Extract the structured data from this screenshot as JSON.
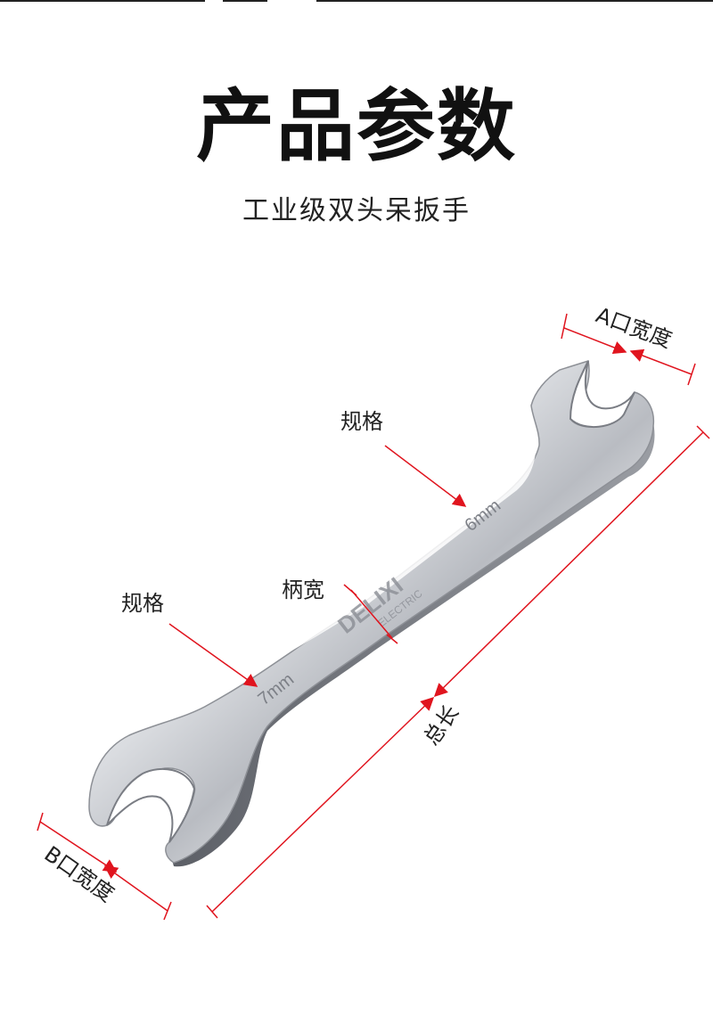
{
  "header": {
    "title": "产品参数",
    "subtitle": "工业级双头呆扳手"
  },
  "diagram": {
    "labels": {
      "a_width": "A口宽度",
      "b_width": "B口宽度",
      "spec_top": "规格",
      "spec_left": "规格",
      "handle_width": "柄宽",
      "total_length": "总长"
    },
    "wrench": {
      "brand": "DELIXI",
      "brand_sub": "ELECTRIC",
      "size_a": "6mm",
      "size_b": "7mm"
    },
    "colors": {
      "callout": "#e0141e",
      "dimension": "#e0141e",
      "chrome_light": "#f4f5f7",
      "chrome_dark": "#6e7178"
    }
  }
}
